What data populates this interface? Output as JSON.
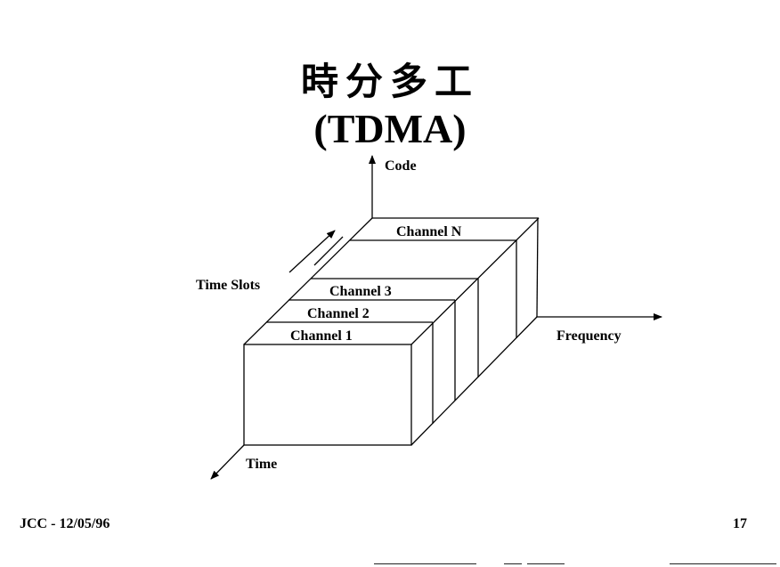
{
  "slide": {
    "title_chinese": "時分多工",
    "title_english": "(TDMA)",
    "footer_left": "JCC - 12/05/96",
    "page_number": "17"
  },
  "diagram": {
    "axes": {
      "code": "Code",
      "frequency": "Frequency",
      "time": "Time",
      "time_slots": "Time Slots"
    },
    "channels": [
      {
        "label": "Channel 1"
      },
      {
        "label": "Channel 2"
      },
      {
        "label": "Channel 3"
      },
      {
        "label": "Channel N"
      }
    ]
  }
}
